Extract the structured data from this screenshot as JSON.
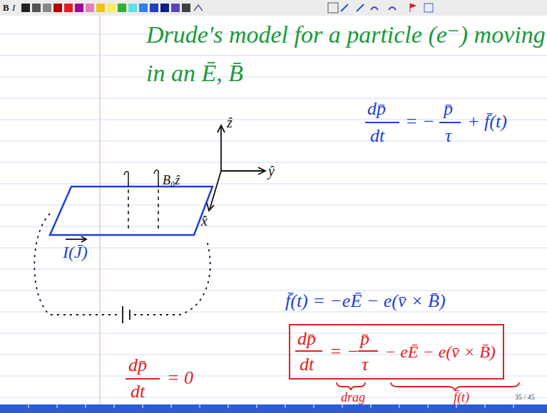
{
  "diagram": {
    "title": "Drude's model for a particle (e⁻) moving in an Ē, B̄",
    "nodes": [
      {
        "text": [
          "dp̄",
          "dt",
          "= −",
          "p̄",
          "τ",
          "− eĒ − e(v̄ × B̄)"
        ]
      }
    ],
    "labels": [
      "B",
      "I",
      "B₀ẑ",
      "ẑ",
      "ŷ",
      "x̂",
      "I(J̄)",
      "dp̄",
      "dt",
      "= −",
      "p̄",
      "τ",
      "+ f̄(t)",
      "f̄(t) = −eĒ − e(v̄ × B̄)",
      "dp̄",
      "dt",
      "= 0",
      "drag",
      "f̄(t)",
      "35 / 45"
    ]
  }
}
